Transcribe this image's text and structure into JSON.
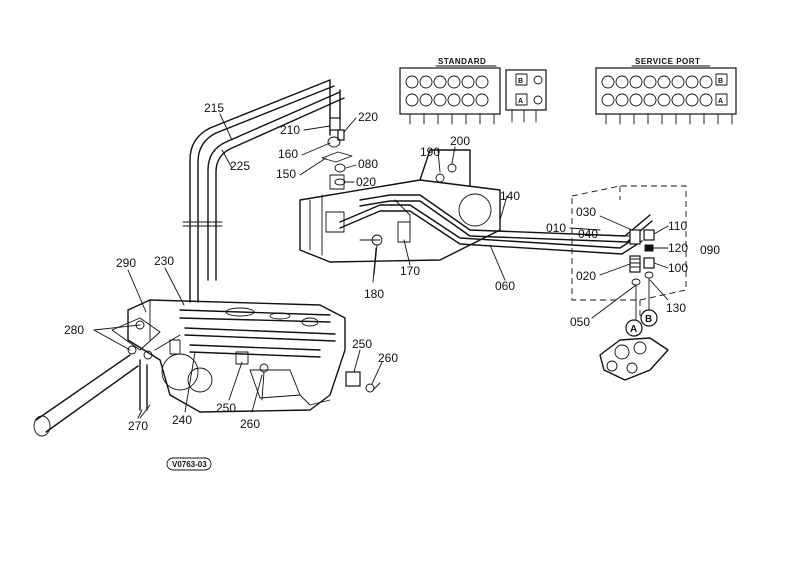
{
  "headings": {
    "standard": "STANDARD",
    "service_port": "SERVICE PORT"
  },
  "port_letters": {
    "a": "A",
    "b": "B"
  },
  "part_numbers": {
    "p010": "010",
    "p020_right": "020",
    "p020_top": "020",
    "p030": "030",
    "p040": "040",
    "p050": "050",
    "p060": "060",
    "p080": "080",
    "p090": "090",
    "p100": "100",
    "p110": "110",
    "p120": "120",
    "p130": "130",
    "p140": "140",
    "p150": "150",
    "p160": "160",
    "p170": "170",
    "p180": "180",
    "p190": "190",
    "p200": "200",
    "p210": "210",
    "p215": "215",
    "p220": "220",
    "p225": "225",
    "p230": "230",
    "p240": "240",
    "p250_bottom": "250",
    "p250_right": "250",
    "p260_bottom": "260",
    "p260_right": "260",
    "p270": "270",
    "p280": "280",
    "p290": "290"
  },
  "drawing_code": "V0763-03"
}
